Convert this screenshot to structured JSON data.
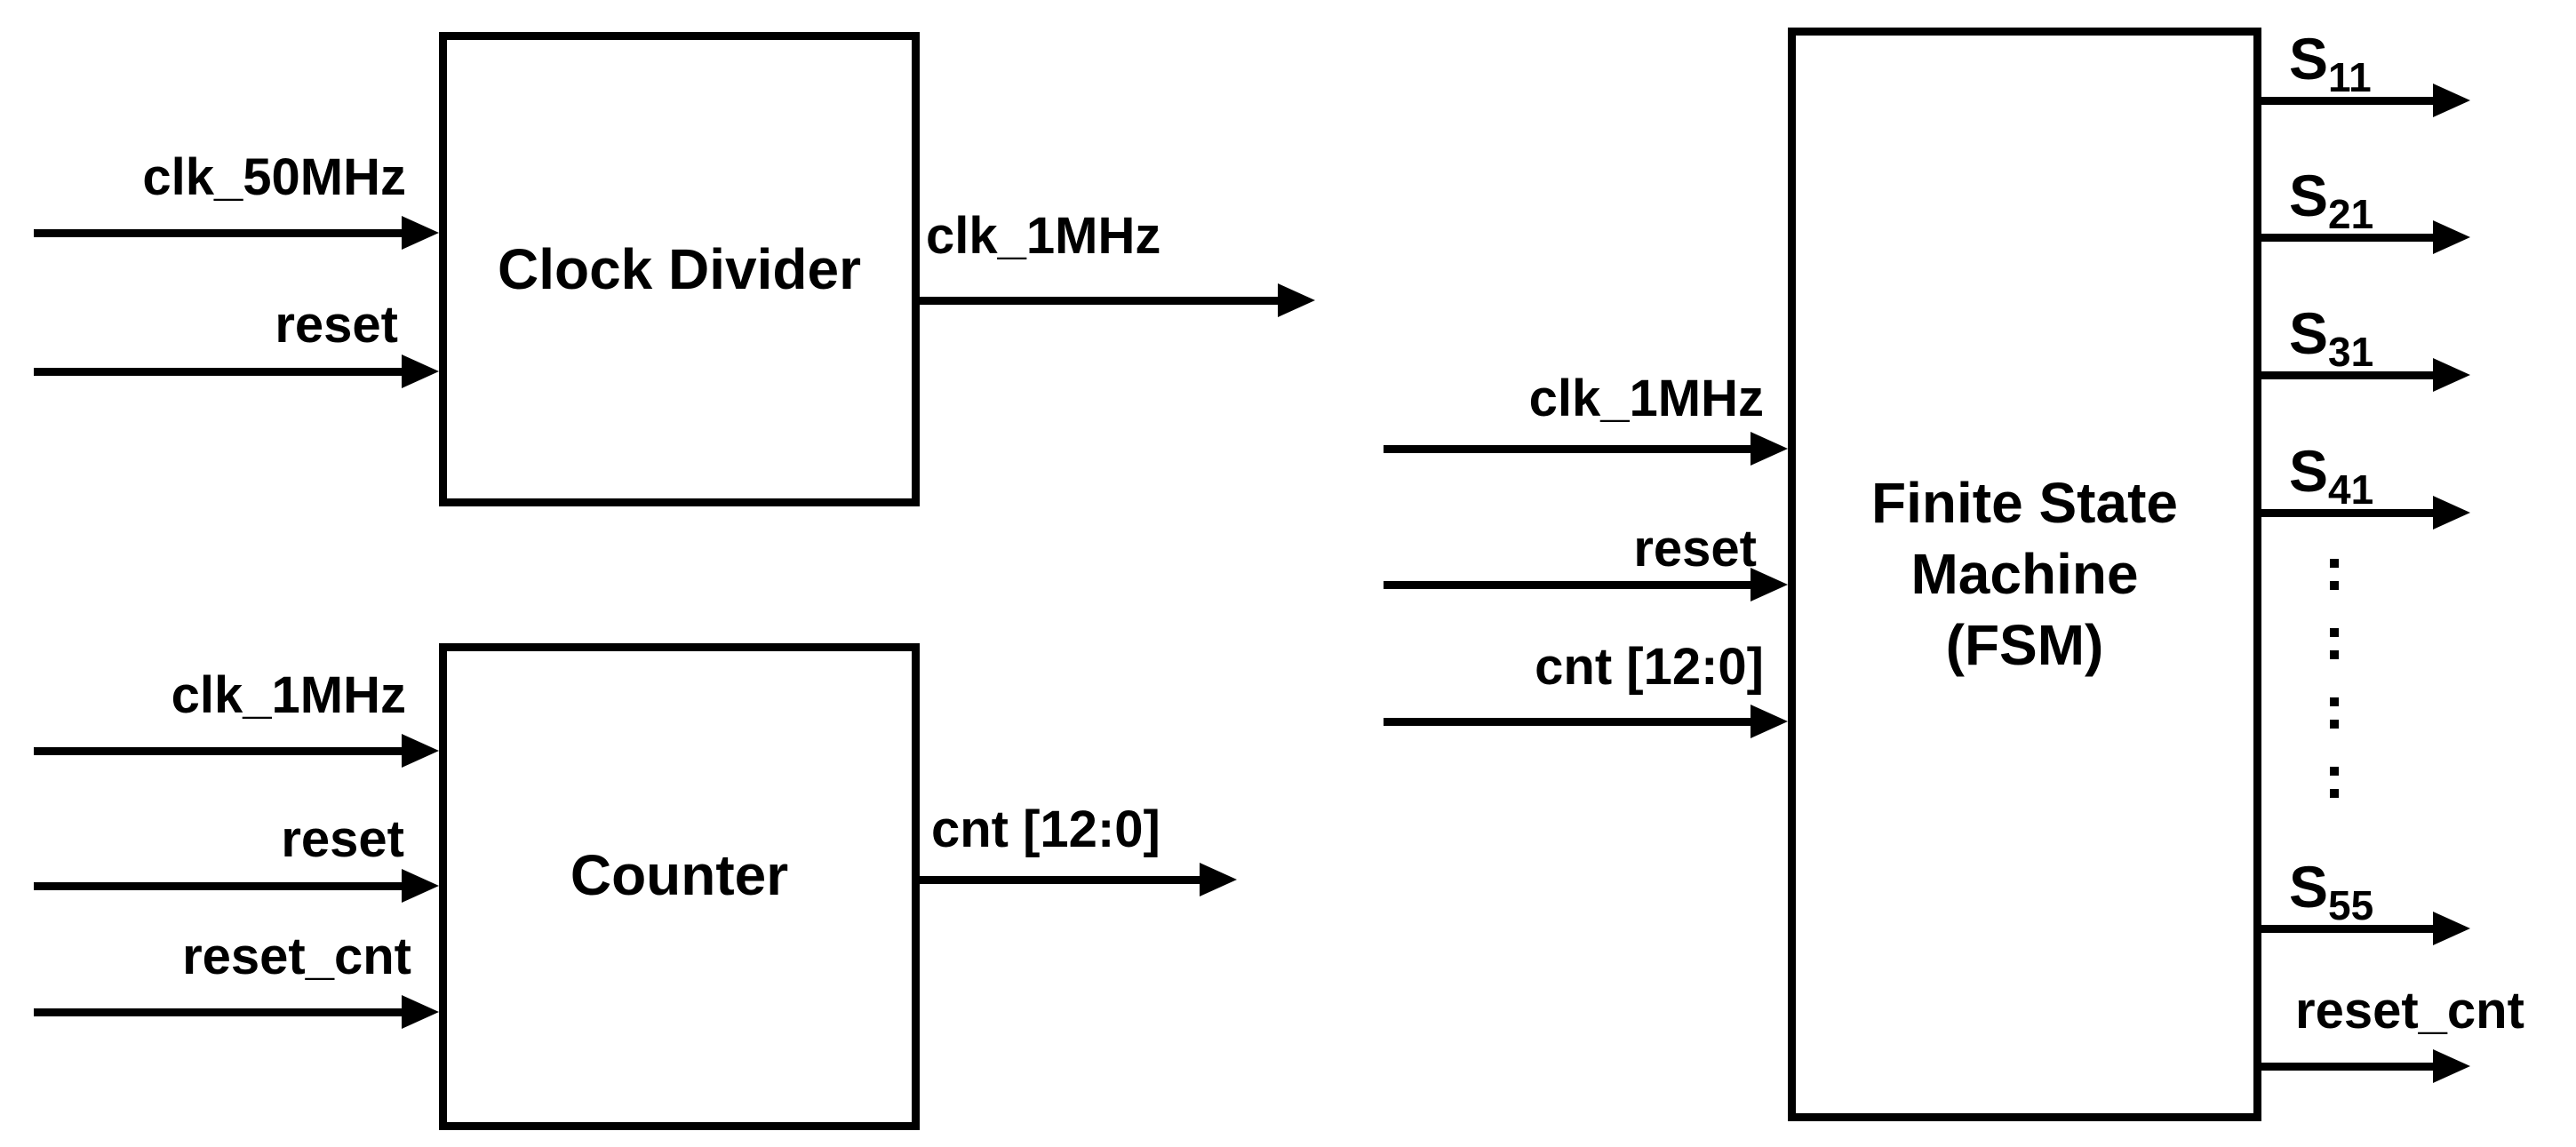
{
  "colors": {
    "ink": "#000000",
    "background": "#ffffff"
  },
  "clock_divider": {
    "title": "Clock Divider",
    "inputs": [
      {
        "label": "clk_50MHz"
      },
      {
        "label": "reset"
      }
    ],
    "outputs": [
      {
        "label": "clk_1MHz"
      }
    ]
  },
  "counter": {
    "title": "Counter",
    "inputs": [
      {
        "label": "clk_1MHz"
      },
      {
        "label": "reset"
      },
      {
        "label": "reset_cnt"
      }
    ],
    "outputs": [
      {
        "label": "cnt [12:0]"
      }
    ]
  },
  "fsm": {
    "title_lines": [
      "Finite State",
      "Machine",
      "(FSM)"
    ],
    "inputs": [
      {
        "label": "clk_1MHz"
      },
      {
        "label": "reset"
      },
      {
        "label": "cnt [12:0]"
      }
    ],
    "state_outputs": [
      {
        "base": "S",
        "sub": "11"
      },
      {
        "base": "S",
        "sub": "21"
      },
      {
        "base": "S",
        "sub": "31"
      },
      {
        "base": "S",
        "sub": "41"
      },
      {
        "base": "S",
        "sub": "55"
      }
    ],
    "feedback_output": {
      "label": "reset_cnt"
    }
  }
}
